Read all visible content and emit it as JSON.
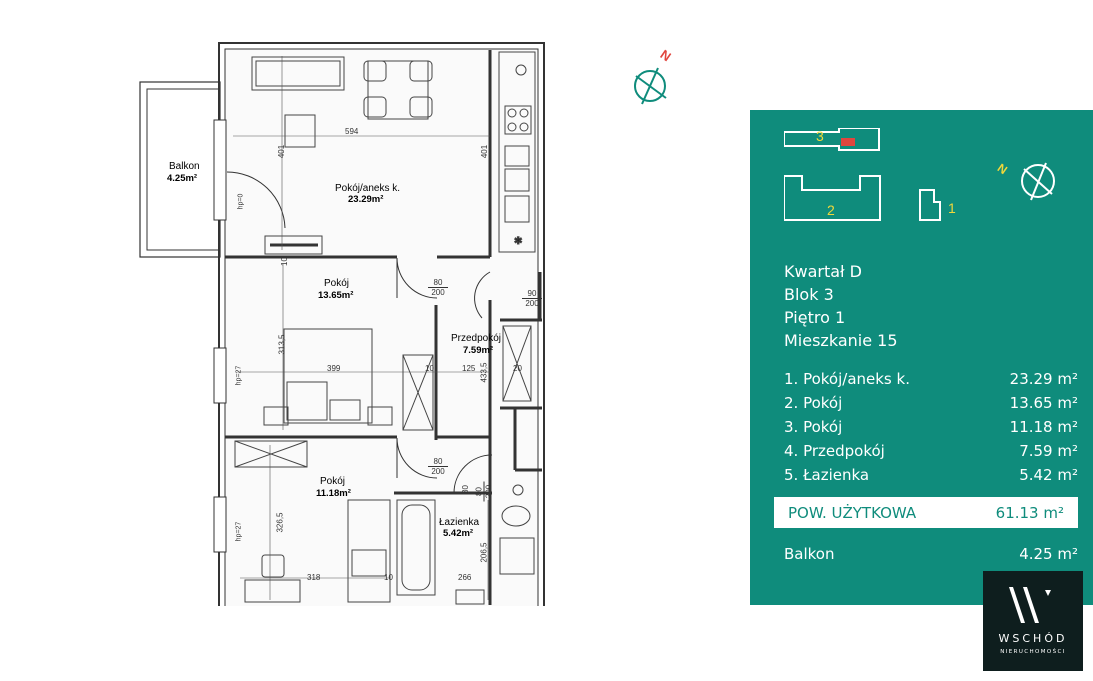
{
  "plan": {
    "rooms": [
      {
        "name": "Pokój/aneks k.",
        "area": "23.29m²"
      },
      {
        "name": "Pokój",
        "area": "13.65m²"
      },
      {
        "name": "Przedpokój",
        "area": "7.59m²"
      },
      {
        "name": "Pokój",
        "area": "11.18m²"
      },
      {
        "name": "Łazienka",
        "area": "5.42m²"
      },
      {
        "name": "Balkon",
        "area": "4.25m²"
      }
    ],
    "dims": {
      "d594": "594",
      "d401a": "401",
      "d401b": "401",
      "d399": "399",
      "d313": "313,5",
      "d4335": "433,5",
      "d125": "125",
      "d10a": "10",
      "d10b": "10",
      "d10c": "10",
      "d20": "20",
      "d3265": "326,5",
      "d318": "318",
      "d266": "266",
      "d2065": "206,5",
      "d80": "80",
      "hp0": "hp=0",
      "hp27a": "hp=27",
      "hp27b": "hp=27"
    },
    "doors": [
      {
        "w": "80",
        "h": "200"
      },
      {
        "w": "90",
        "h": "200"
      },
      {
        "w": "80",
        "h": "200"
      },
      {
        "w": "80",
        "h": "200"
      }
    ]
  },
  "compass_letter": "N",
  "key_plan": {
    "n3": "3",
    "n2": "2",
    "n1": "1",
    "n_letter": "N"
  },
  "location": {
    "district": "Kwartał D",
    "block": "Blok 3",
    "floor": "Piętro 1",
    "apartment": "Mieszkanie 15"
  },
  "room_list": [
    {
      "label": "1. Pokój/aneks k.",
      "area": "23.29 m²"
    },
    {
      "label": "2. Pokój",
      "area": "13.65 m²"
    },
    {
      "label": "3. Pokój",
      "area": "11.18 m²"
    },
    {
      "label": "4. Przedpokój",
      "area": "7.59 m²"
    },
    {
      "label": "5. Łazienka",
      "area": "5.42 m²"
    }
  ],
  "total": {
    "label": "POW. UŻYTKOWA",
    "area": "61.13 m²"
  },
  "balcony": {
    "label": "Balkon",
    "area": "4.25 m²"
  },
  "logo": {
    "name": "WSCHÓD",
    "sub": "NIERUCHOMOŚCI"
  },
  "colors": {
    "panel": "#0f8c7c",
    "accent_yellow": "#f0d83a",
    "accent_red": "#e0463e",
    "logo_bg": "#0e1e1e"
  }
}
